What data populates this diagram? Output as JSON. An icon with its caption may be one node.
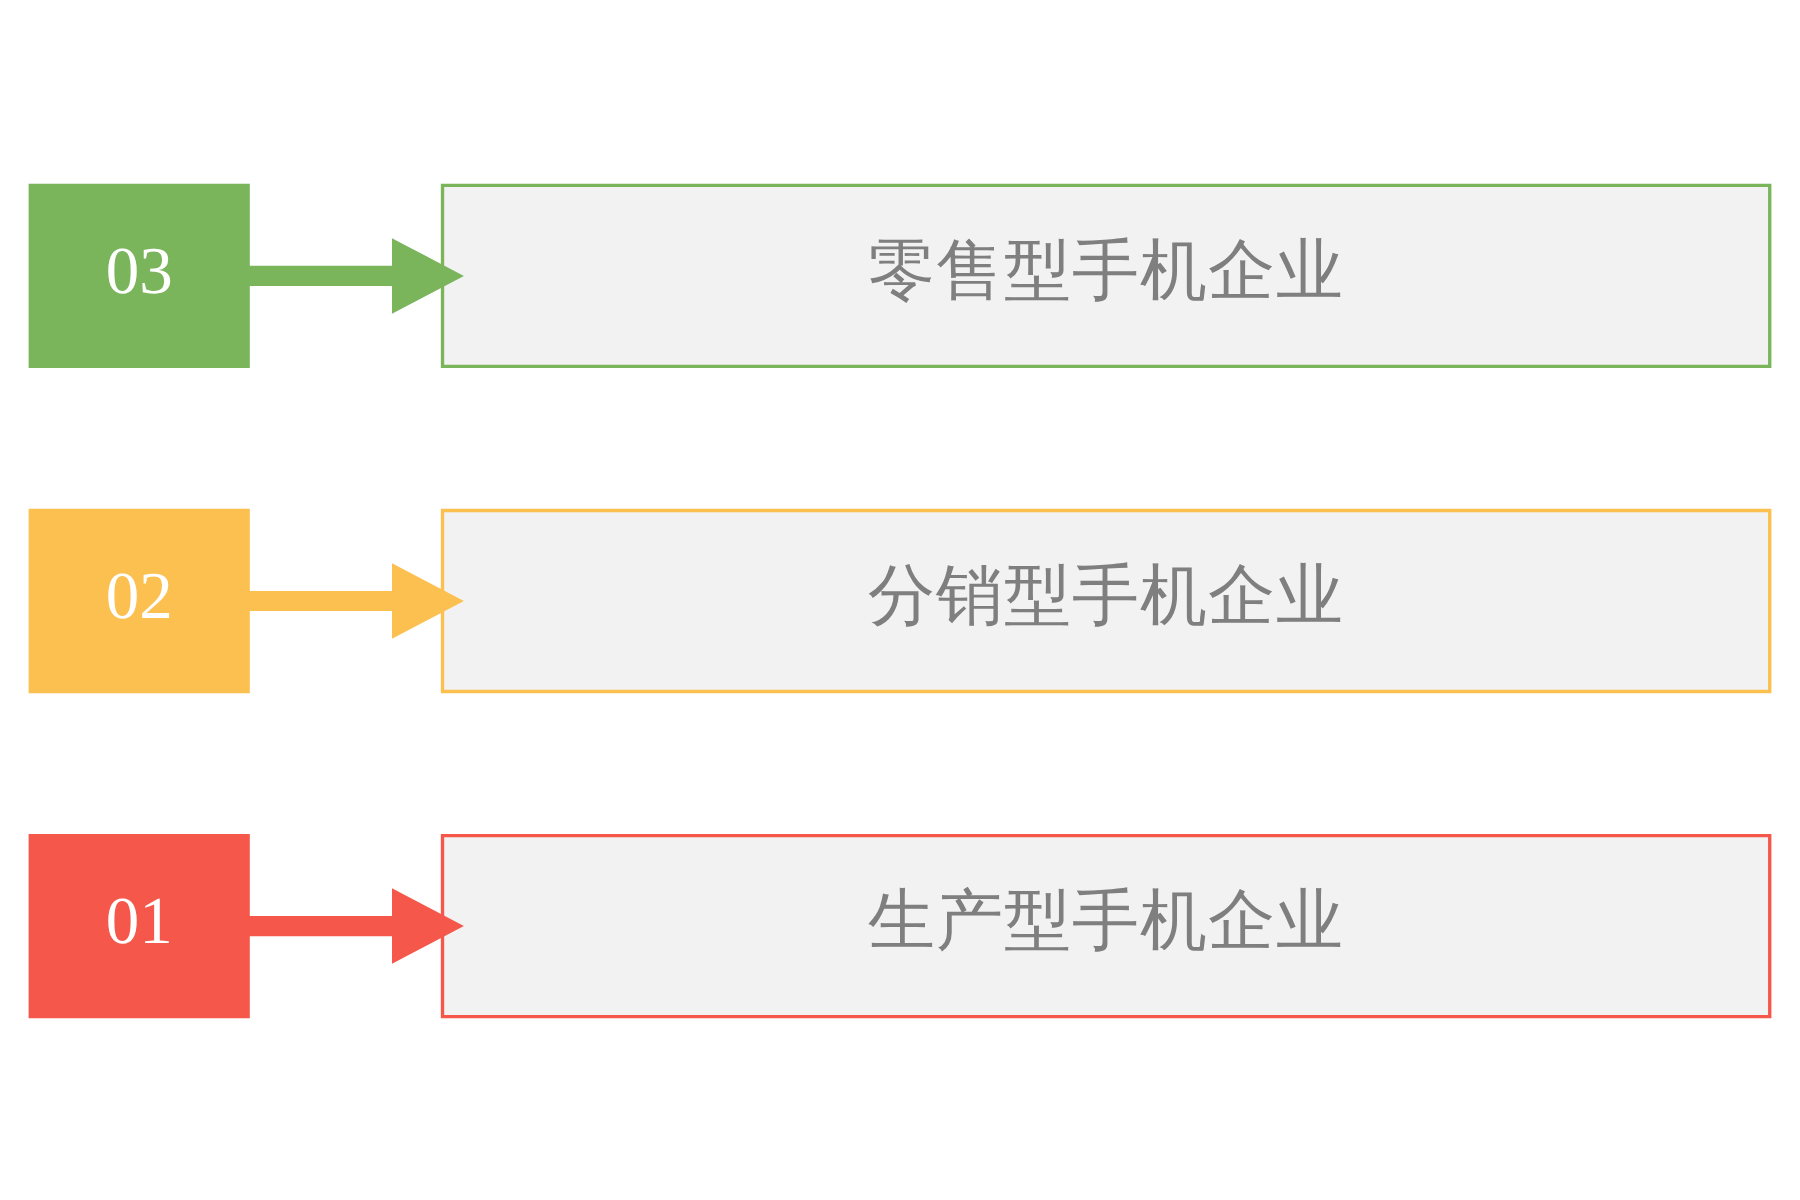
{
  "diagram": {
    "nodes": [
      {
        "text": [
          "01"
        ]
      },
      {
        "text": [
          "生产型手机企业"
        ]
      },
      {
        "text": [
          "02"
        ]
      },
      {
        "text": [
          "分销型手机企业"
        ]
      },
      {
        "text": [
          "03"
        ]
      },
      {
        "text": [
          "零售型手机企业"
        ]
      }
    ],
    "edges": [
      {
        "from": 0,
        "to": 1,
        "arrow": "to",
        "color": "#f5574a"
      },
      {
        "from": 2,
        "to": 3,
        "arrow": "to",
        "color": "#fbc04f"
      },
      {
        "from": 4,
        "to": 5,
        "arrow": "to",
        "color": "#7ab55c"
      }
    ]
  }
}
